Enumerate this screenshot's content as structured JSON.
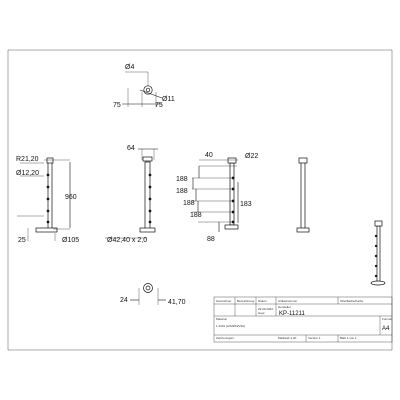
{
  "top_view": {
    "d_small": "Ø4",
    "d_large": "Ø11",
    "dim_a": "75",
    "dim_b": "75"
  },
  "front_view": {
    "radius": "R21,20",
    "d_hole": "Ø12,20",
    "height": "960",
    "base_h": "25",
    "base_d": "Ø105"
  },
  "side_view": {
    "top_w": "64",
    "tube": "Ø42,40 x 2,0"
  },
  "pitch_view": {
    "top": "40",
    "d_top": "Ø22",
    "p1": "188",
    "p2": "188",
    "p3": "188",
    "p4": "188",
    "mid": "183",
    "bottom": "88"
  },
  "bottom_view": {
    "left": "24",
    "right": "41,70"
  },
  "title_block": {
    "h1": "Zeichnungsnr.",
    "h1b": "Hersteller",
    "h2": "Artikelnummer",
    "h3": "Datum",
    "h4": "Bezeichnung",
    "h5": "Gezeichnet",
    "h6": "Geprüft",
    "drawn_date": "29.09.2022",
    "date_label": "Gepr.",
    "part_number": "KP-11211",
    "material_label": "Material",
    "material": "1.4301 (AISI304/V2A)",
    "format_label": "Format",
    "format": "A4",
    "scale_label": "Maßstab 1:20",
    "version": "Version 1",
    "sheet": "Blatt 1 von 1",
    "oberfl": "Oberfläche/Farbe"
  }
}
